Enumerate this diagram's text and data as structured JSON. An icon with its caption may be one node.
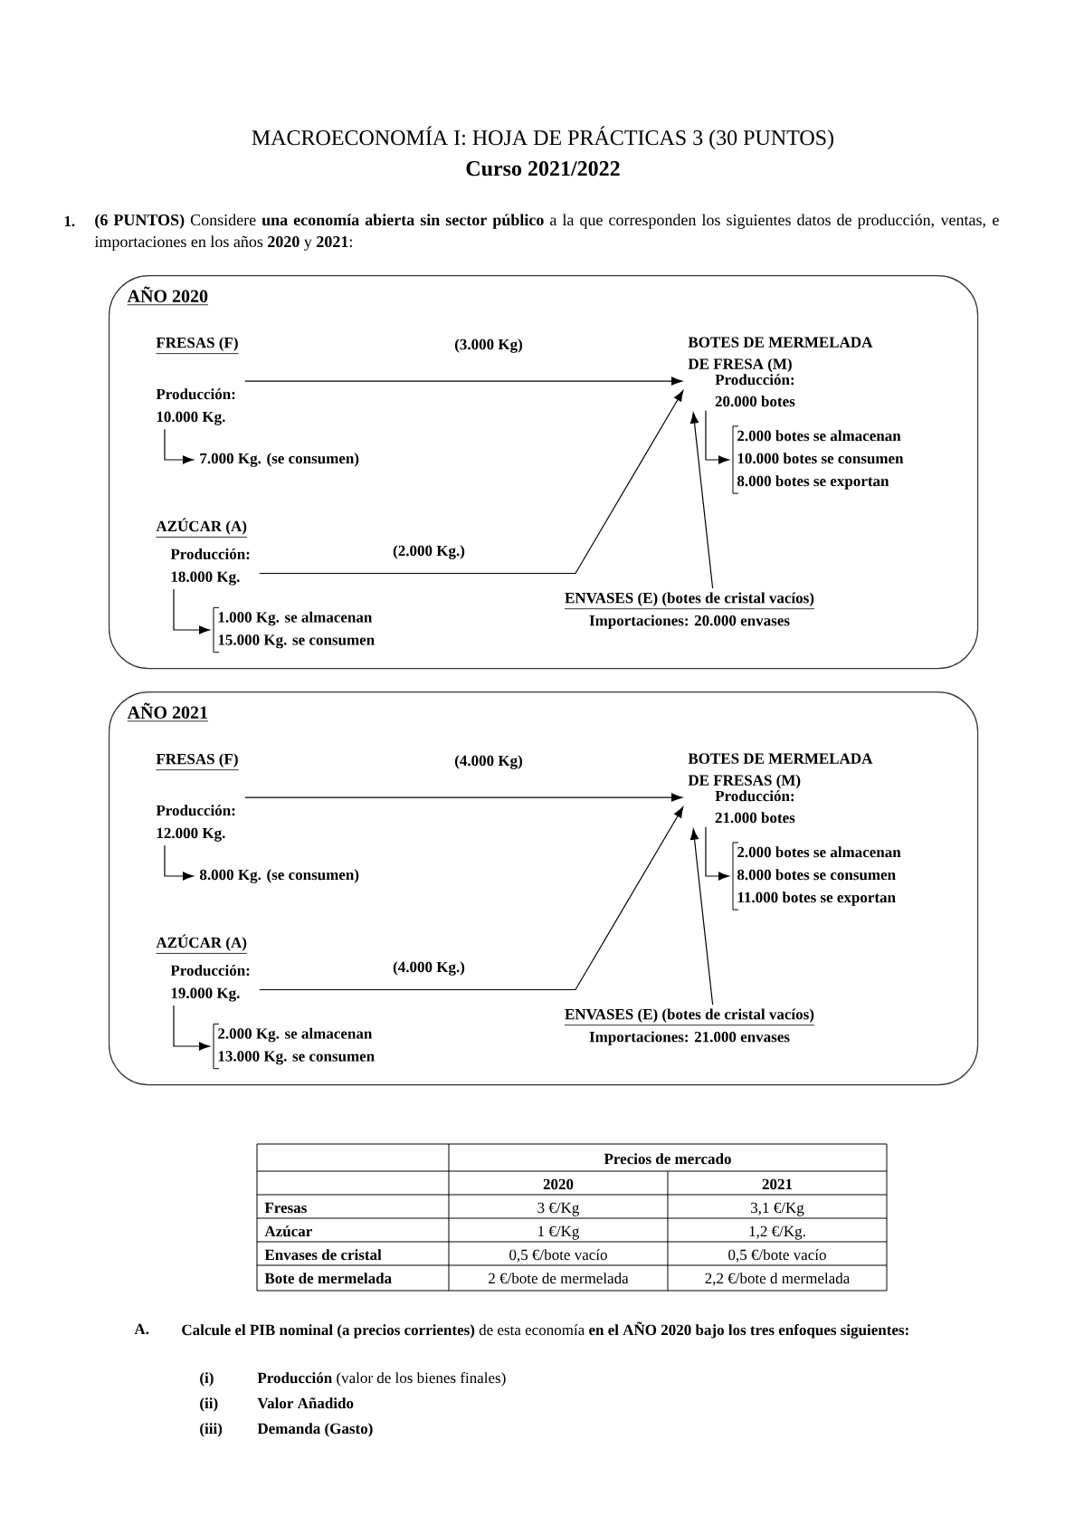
{
  "diagram": {
    "title": "MACROECONOMÍA I: HOJA DE PRÁCTICAS 3 (30 PUNTOS)",
    "nodes": [
      {
        "text": [
          "AÑO 2020"
        ]
      },
      {
        "text": [
          "FRESAS (F)",
          "Producción: 10.000 Kg."
        ],
        "in": 0
      },
      {
        "text": [
          "7.000 Kg. (se consumen)"
        ],
        "in": 0
      },
      {
        "text": [
          "BOTES DE MERMELADA DE FRESA (M)",
          "Producción: 20.000 botes"
        ],
        "in": 0
      },
      {
        "text": [
          "2.000 botes se almacenan",
          "10.000 botes se consumen",
          "8.000 botes se exportan"
        ],
        "in": 0
      },
      {
        "text": [
          "AZÚCAR (A)",
          "Producción: 18.000 Kg."
        ],
        "in": 0
      },
      {
        "text": [
          "1.000 Kg. se almacenan",
          "15.000 Kg. se consumen"
        ],
        "in": 0
      },
      {
        "text": [
          "ENVASES (E) (botes de cristal vacíos)",
          "Importaciones: 20.000 envases"
        ],
        "in": 0
      },
      {
        "text": [
          "AÑO 2021"
        ]
      },
      {
        "text": [
          "FRESAS (F)",
          "Producción: 12.000 Kg."
        ],
        "in": 8
      },
      {
        "text": [
          "8.000 Kg. (se consumen)"
        ],
        "in": 8
      },
      {
        "text": [
          "BOTES DE MERMELADA DE FRESAS (M)",
          "Producción: 21.000 botes"
        ],
        "in": 8
      },
      {
        "text": [
          "2.000 botes se almacenan",
          "8.000 botes se consumen",
          "11.000 botes se exportan"
        ],
        "in": 8
      },
      {
        "text": [
          "AZÚCAR (A)",
          "Producción: 19.000 Kg."
        ],
        "in": 8
      },
      {
        "text": [
          "2.000 Kg. se almacenan",
          "13.000 Kg. se consumen"
        ],
        "in": 8
      },
      {
        "text": [
          "ENVASES (E) (botes de cristal vacíos)",
          "Importaciones: 21.000 envases"
        ],
        "in": 8
      }
    ],
    "edges": [
      {
        "from": 1,
        "to": 3,
        "arrow": "to",
        "label": "(3.000 Kg)"
      },
      {
        "from": 1,
        "to": 2,
        "arrow": "to"
      },
      {
        "from": 3,
        "to": 4,
        "arrow": "to"
      },
      {
        "from": 5,
        "to": 3,
        "arrow": "to",
        "label": "(2.000 Kg.)"
      },
      {
        "from": 5,
        "to": 6,
        "arrow": "to"
      },
      {
        "from": 7,
        "to": 3,
        "arrow": "to"
      },
      {
        "from": 9,
        "to": 11,
        "arrow": "to",
        "label": "(4.000 Kg)"
      },
      {
        "from": 9,
        "to": 10,
        "arrow": "to"
      },
      {
        "from": 11,
        "to": 12,
        "arrow": "to"
      },
      {
        "from": 13,
        "to": 11,
        "arrow": "to",
        "label": "(4.000 Kg.)"
      },
      {
        "from": 13,
        "to": 14,
        "arrow": "to"
      },
      {
        "from": 15,
        "to": 11,
        "arrow": "to"
      }
    ],
    "labels": [
      "Curso 2021/2022",
      "1.",
      "**(6 PUNTOS)** Considere **una economía abierta sin sector público** a la que corresponden los siguientes datos de producción, ventas, e importaciones en los años **2020** y **2021**:",
      "Precios de mercado",
      "2020",
      "2021",
      "Fresas",
      "3 €/Kg",
      "3,1 €/Kg",
      "Azúcar",
      "1 €/Kg",
      "1,2 €/Kg.",
      "Envases de cristal",
      "0,5 €/bote vacío",
      "0,5 €/bote vacío",
      "Bote de mermelada",
      "2 €/bote de mermelada",
      "2,2 €/bote d mermelada",
      "A.",
      "**Calcule el PIB nominal (a precios corrientes)** de esta economía **en el AÑO 2020 bajo los tres enfoques siguientes:**",
      "(i)",
      "**Producción** (valor de los bienes finales)",
      "(ii)",
      "Valor Añadido",
      "(iii)",
      "Demanda (Gasto)"
    ]
  }
}
